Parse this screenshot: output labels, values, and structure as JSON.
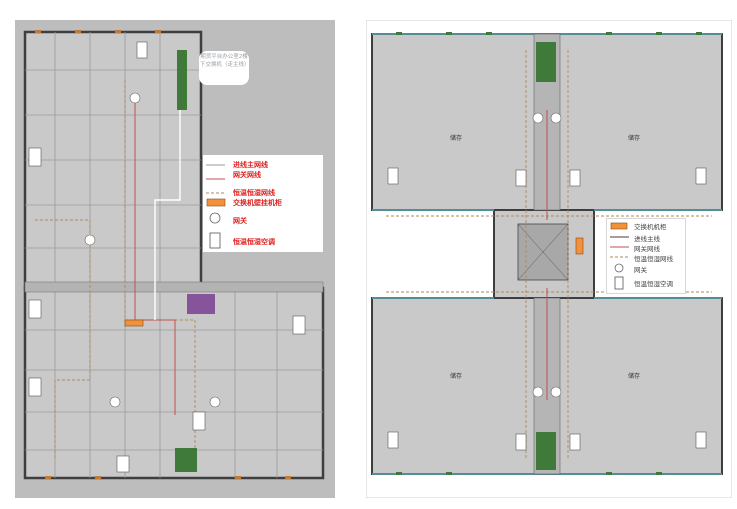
{
  "left_plan": {
    "callout_text": "期货平台办公室2楼下交换机（走主线）",
    "legend": [
      {
        "symbol": "white-line",
        "label": "进线主网线"
      },
      {
        "symbol": "brown-line",
        "label": "网关网线"
      },
      {
        "symbol": "dashed-line",
        "label": "恒温恒湿网线"
      },
      {
        "symbol": "orange-box",
        "label": "交换机壁挂机柜"
      },
      {
        "symbol": "gateway-circle",
        "label": "网关"
      },
      {
        "symbol": "ac-unit",
        "label": "恒温恒湿空调"
      }
    ]
  },
  "right_plan": {
    "legend": [
      {
        "symbol": "orange-box",
        "label": "交换机机柜"
      },
      {
        "symbol": "main-line",
        "label": "进线主线"
      },
      {
        "symbol": "brown-line",
        "label": "网关网线"
      },
      {
        "symbol": "dashed-line",
        "label": "恒温恒湿网线"
      },
      {
        "symbol": "gateway-circle",
        "label": "网关"
      },
      {
        "symbol": "ac-unit",
        "label": "恒温恒湿空调"
      }
    ],
    "room_labels": [
      "储存",
      "储存",
      "储存",
      "储存"
    ]
  },
  "colors": {
    "floor": "#c9c9c9",
    "wall": "#3e3e3e",
    "grid": "#9a9a9a",
    "legend_text": "#e02020",
    "switch_box": "#f2913c",
    "gateway_line": "#c0504d",
    "dashed_line": "#b08a5a",
    "cyan_wall": "#5aa9b3",
    "green_fixture": "#3f7a3a"
  }
}
